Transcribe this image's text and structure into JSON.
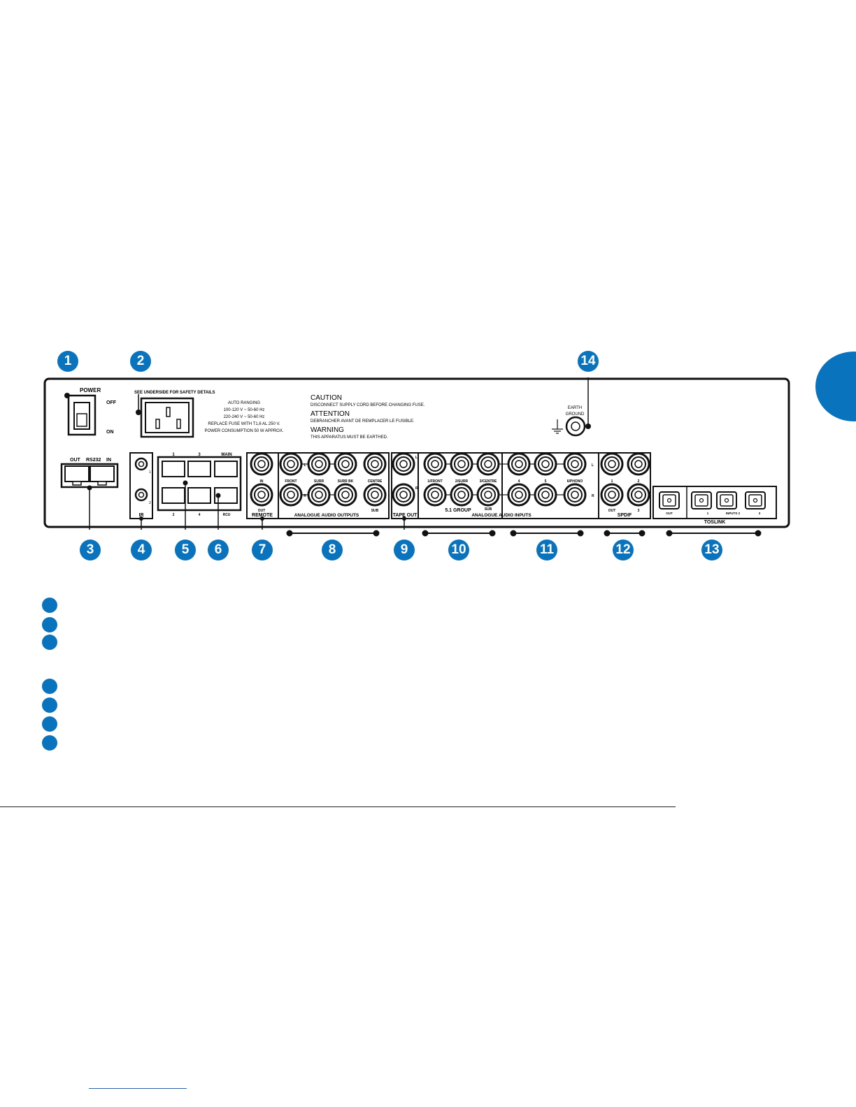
{
  "callouts": [
    "1",
    "2",
    "3",
    "4",
    "5",
    "6",
    "7",
    "8",
    "9",
    "10",
    "11",
    "12",
    "13",
    "14"
  ],
  "power": {
    "label": "POWER",
    "off": "OFF",
    "on": "ON"
  },
  "mains": {
    "safety": "SEE UNDERSIDE FOR SAFETY DETAILS",
    "lines": [
      "AUTO RANGING",
      "100-120 V ~ 50-60 Hz",
      "220-240 V ~ 50-60 Hz",
      "REPLACE FUSE WITH T1,6 AL 250 V.",
      "POWER CONSUMPTION 50 W APPROX."
    ]
  },
  "warnings": {
    "caution_title": "CAUTION",
    "caution_text": "DISCONNECT SUPPLY CORD BEFORE CHANGING FUSE.",
    "attention_title": "ATTENTION",
    "attention_text": "DEBRANCHER AVANT DE REMPLACER LE FUSIBLE.",
    "warning_title": "WARNING",
    "warning_text": "THIS APPARATUS MUST BE EARTHED."
  },
  "earth": {
    "line1": "EARTH",
    "line2": "GROUND"
  },
  "rs232": {
    "out": "OUT",
    "name": "RS232",
    "in": "IN"
  },
  "ir": {
    "label": "IR",
    "n1": "1",
    "n2": "2"
  },
  "zones": {
    "z1": "1",
    "z3": "3",
    "main": "MAIN",
    "z2": "2",
    "z4": "4",
    "rcu": "RCU"
  },
  "remote": {
    "label": "REMOTE",
    "in": "IN",
    "out": "OUT"
  },
  "analogue_outputs": {
    "label": "ANALOGUE AUDIO OUTPUTS",
    "front": "FRONT",
    "surr": "SURR",
    "surr_bk": "SURR BK",
    "centre": "CENTRE",
    "sub": "SUB",
    "l": "L",
    "r": "R"
  },
  "tape_out": {
    "label": "TAPE OUT",
    "l": "L",
    "r": "R"
  },
  "group51": {
    "label": "5.1 GROUP",
    "front": "1/FRONT",
    "surr": "2/SURR",
    "centre": "3/CENTRE",
    "sub": "SUB"
  },
  "analogue_inputs": {
    "label": "ANALOGUE AUDIO INPUTS",
    "in4": "4",
    "in5": "5",
    "in6": "6/PHONO",
    "l": "L",
    "r": "R"
  },
  "spdif": {
    "label": "SPDIF",
    "n1": "1",
    "n2": "2",
    "out": "OUT",
    "n3": "3"
  },
  "toslink": {
    "label": "TOSLINK",
    "out": "OUT",
    "n1": "1",
    "inputs": "INPUTS 2",
    "n3": "3"
  }
}
